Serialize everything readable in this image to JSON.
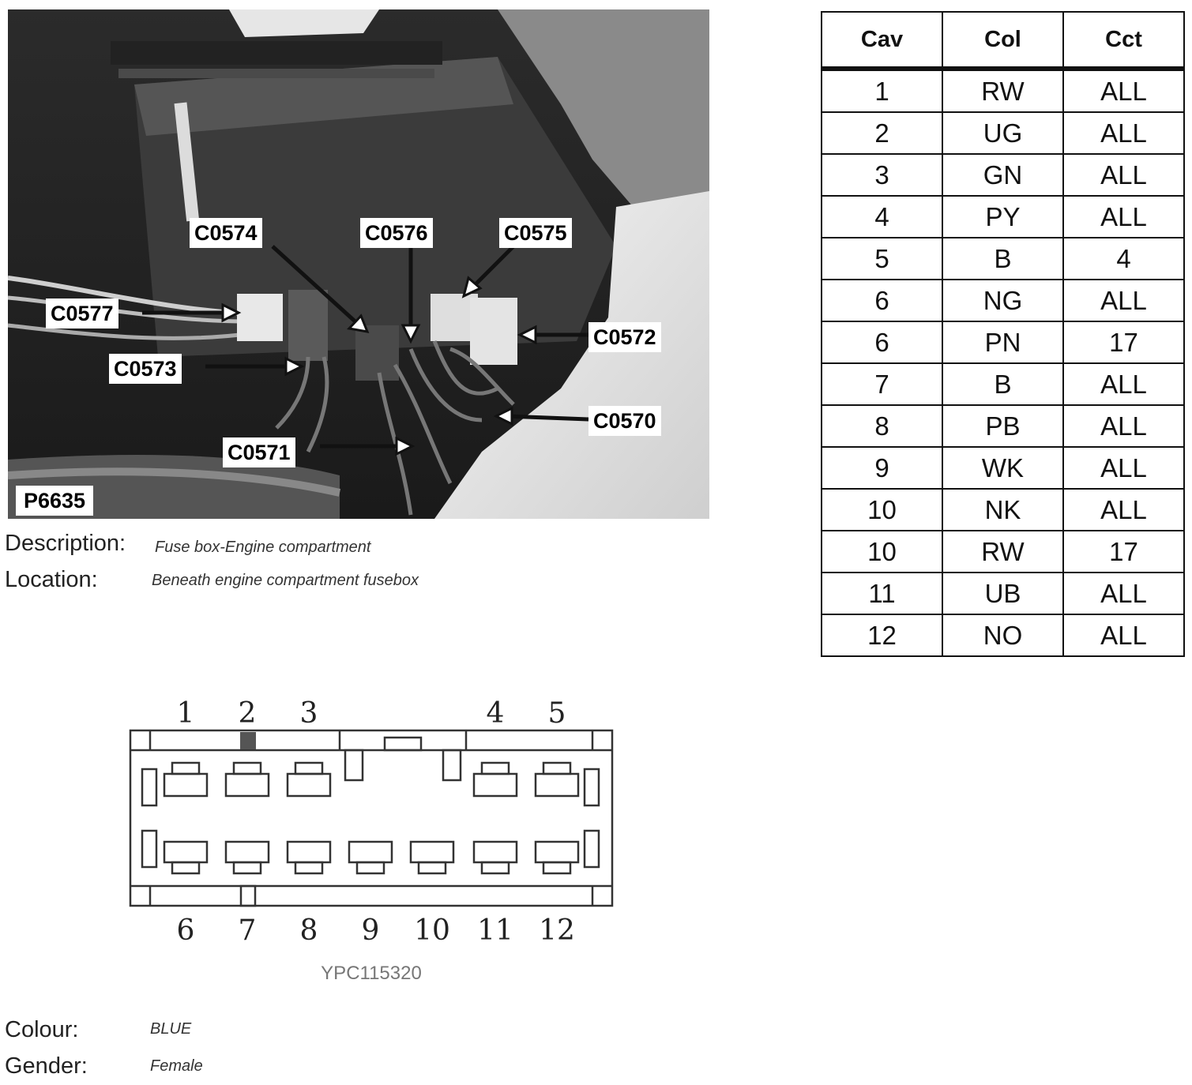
{
  "photo": {
    "callouts": [
      "C0574",
      "C0576",
      "C0575",
      "C0577",
      "C0572",
      "C0573",
      "C0570",
      "C0571"
    ],
    "figure_id": "P6635"
  },
  "info": {
    "description_label": "Description:",
    "description_value": "Fuse box-Engine compartment",
    "location_label": "Location:",
    "location_value": "Beneath engine compartment fusebox",
    "colour_label": "Colour:",
    "colour_value": "BLUE",
    "gender_label": "Gender:",
    "gender_value": "Female"
  },
  "table": {
    "headers": [
      "Cav",
      "Col",
      "Cct"
    ],
    "rows": [
      [
        "1",
        "RW",
        "ALL"
      ],
      [
        "2",
        "UG",
        "ALL"
      ],
      [
        "3",
        "GN",
        "ALL"
      ],
      [
        "4",
        "PY",
        "ALL"
      ],
      [
        "5",
        "B",
        "4"
      ],
      [
        "6",
        "NG",
        "ALL"
      ],
      [
        "6",
        "PN",
        "17"
      ],
      [
        "7",
        "B",
        "ALL"
      ],
      [
        "8",
        "PB",
        "ALL"
      ],
      [
        "9",
        "WK",
        "ALL"
      ],
      [
        "10",
        "NK",
        "ALL"
      ],
      [
        "10",
        "RW",
        "17"
      ],
      [
        "11",
        "UB",
        "ALL"
      ],
      [
        "12",
        "NO",
        "ALL"
      ]
    ]
  },
  "connector": {
    "top_pins": [
      "1",
      "2",
      "3",
      "4",
      "5"
    ],
    "bottom_pins": [
      "6",
      "7",
      "8",
      "9",
      "10",
      "11",
      "12"
    ],
    "part_number": "YPC115320"
  }
}
